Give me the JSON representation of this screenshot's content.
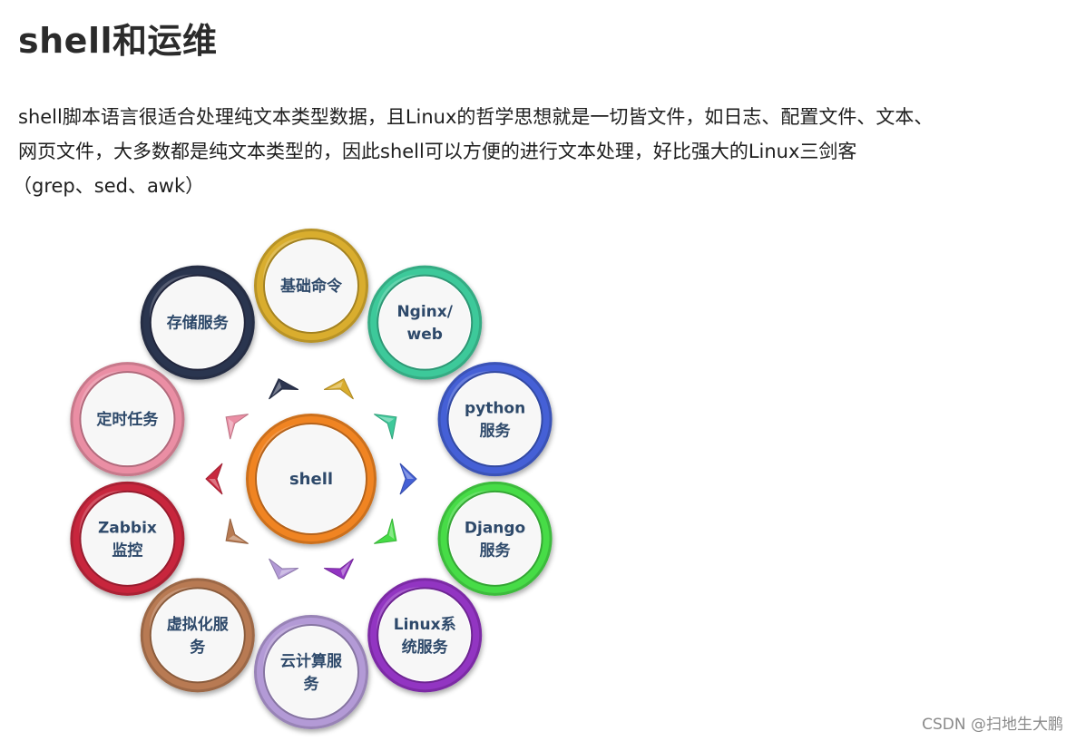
{
  "article": {
    "title": "shell和运维",
    "paragraph_lines": [
      "shell脚本语言很适合处理纯文本类型数据，且Linux的哲学思想就是一切皆文件，如日志、配置文件、文本、",
      "网页文件，大多数都是纯文本类型的，因此shell可以方便的进行文本处理，好比强大的Linux三剑客",
      "（grep、sed、awk）"
    ]
  },
  "diagram": {
    "center": {
      "label": "shell",
      "color": "#f08424"
    },
    "nodes": [
      {
        "id": "basic-commands",
        "lines": [
          "基础命令"
        ],
        "color": "#d9ad2e"
      },
      {
        "id": "nginx-web",
        "lines": [
          "Nginx/",
          "web"
        ],
        "color": "#3ec99a"
      },
      {
        "id": "python",
        "lines": [
          "python",
          "服务"
        ],
        "color": "#4460d6"
      },
      {
        "id": "django",
        "lines": [
          "Django",
          "服务"
        ],
        "color": "#46dc46"
      },
      {
        "id": "linux-system",
        "lines": [
          "Linux系",
          "统服务"
        ],
        "color": "#9234c2"
      },
      {
        "id": "cloud",
        "lines": [
          "云计算服",
          "务"
        ],
        "color": "#b39ad6"
      },
      {
        "id": "virtualization",
        "lines": [
          "虚拟化服",
          "务"
        ],
        "color": "#b87a52"
      },
      {
        "id": "zabbix",
        "lines": [
          "Zabbix",
          "监控"
        ],
        "color": "#c8283e"
      },
      {
        "id": "cron",
        "lines": [
          "定时任务"
        ],
        "color": "#ea8ea4"
      },
      {
        "id": "storage",
        "lines": [
          "存储服务"
        ],
        "color": "#2c3550"
      }
    ]
  },
  "watermark": "CSDN @扫地生大鹏"
}
